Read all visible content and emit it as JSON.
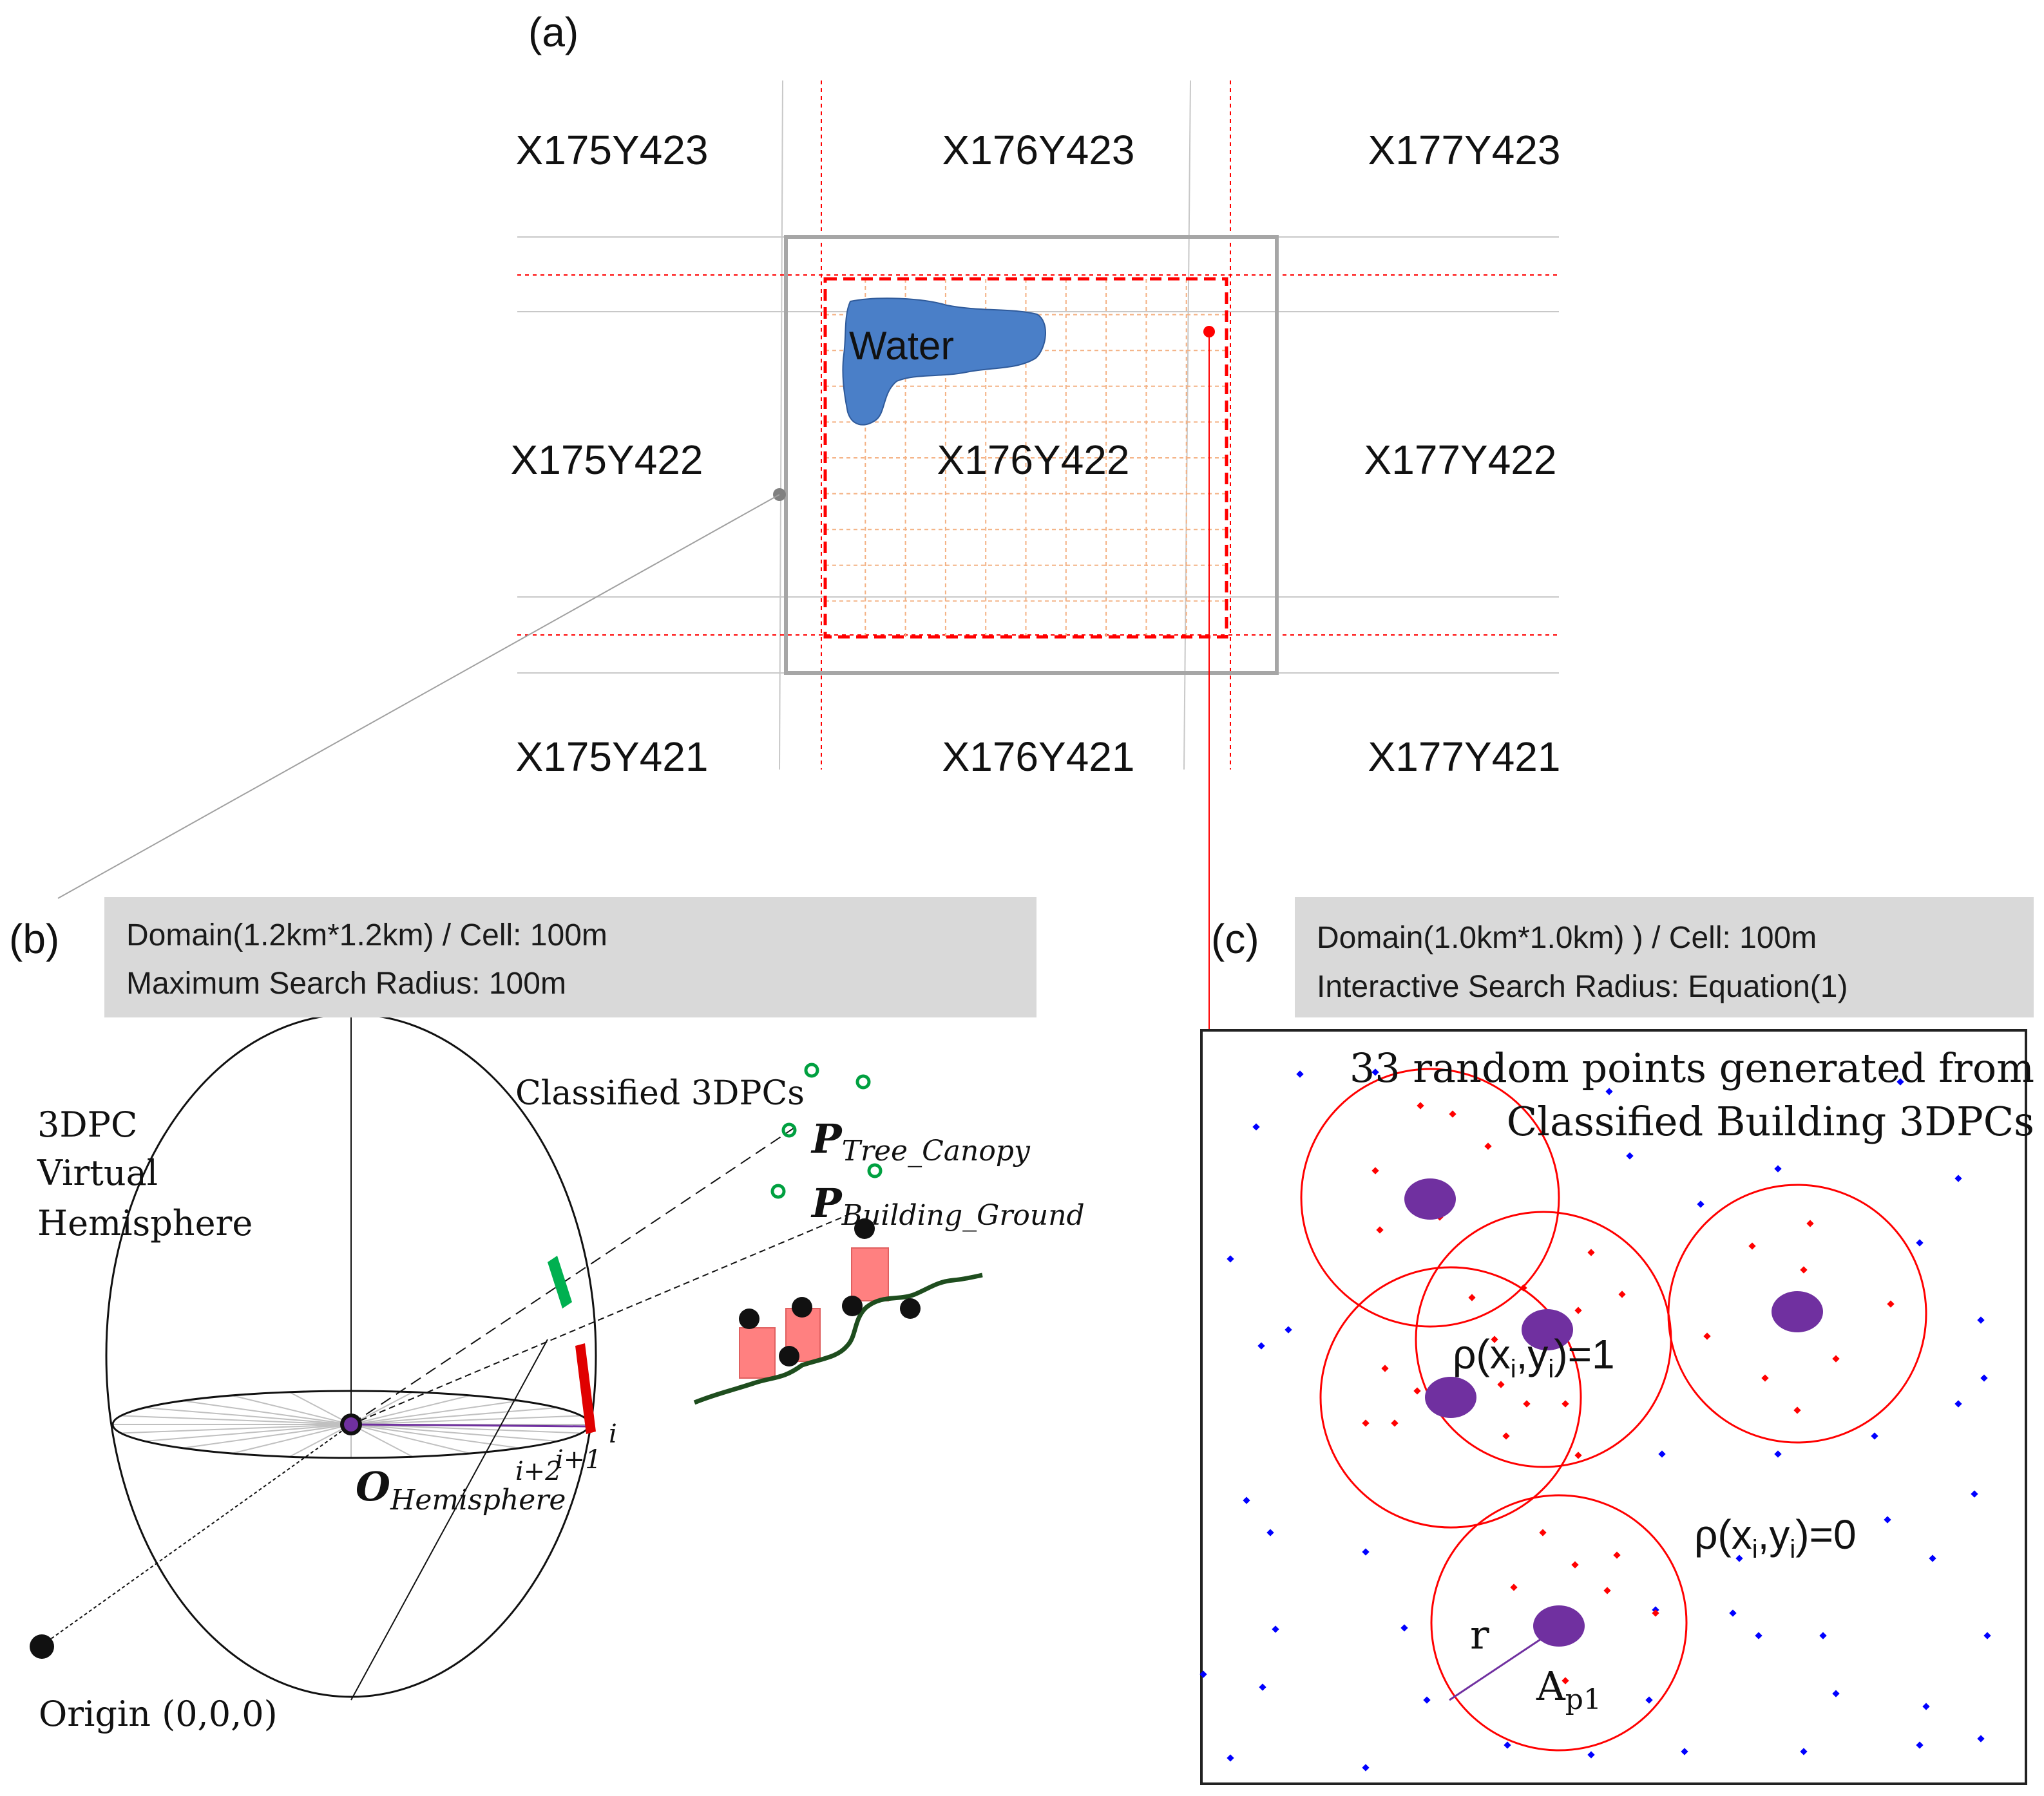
{
  "panel_a": {
    "label": "(a)",
    "tiles": [
      "X175Y423",
      "X176Y423",
      "X177Y423",
      "X175Y422",
      "X176Y422",
      "X177Y422",
      "X175Y421",
      "X176Y421",
      "X177Y421"
    ],
    "water_label": "Water",
    "colors": {
      "tile_lines": "#c8c8c8",
      "domain_frame": "#a6a6a6",
      "red_dashed": "#ff0000",
      "fine_grid": "#f4b183",
      "water": "#4a7fc8"
    }
  },
  "panel_b": {
    "label": "(b)",
    "info_line1": "Domain(1.2km*1.2km) / Cell: 100m",
    "info_line2": "Maximum Search Radius: 100m",
    "hemisphere_label": [
      "3DPC",
      "Virtual",
      "Hemisphere"
    ],
    "classified_label": "Classified 3DPCs",
    "p_tree": {
      "main": "P",
      "sub": "Tree_Canopy"
    },
    "p_building": {
      "main": "P",
      "sub": "Building_Ground"
    },
    "o_label": {
      "main": "O",
      "sub": "Hemisphere"
    },
    "index_labels": [
      "i",
      "i+1",
      "i+2"
    ],
    "origin_label": "Origin (0,0,0)",
    "colors": {
      "tree_marker": "#00b050",
      "tree_points": "#00a040",
      "building_marker": "#e00000",
      "building_boxes": "#ff8080",
      "ground_line": "#1e4d1e",
      "center": "#7030a0"
    }
  },
  "panel_c": {
    "label": "(c)",
    "info_line1": "Domain(1.0km*1.0km) ) / Cell: 100m",
    "info_line2": "Interactive Search Radius: Equation(1)",
    "caption_line1": "33 random points generated from",
    "caption_line2": "Classified Building 3DPCs",
    "rho_one": {
      "pre": "ρ(x",
      "i1": "i",
      "mid": ",y",
      "i2": "i",
      "post": ")=1"
    },
    "rho_zero": {
      "pre": "ρ(x",
      "i1": "i",
      "mid": ",y",
      "i2": "i",
      "post": ")=0"
    },
    "radius_label": "r",
    "area_label": {
      "main": "A",
      "sub": "p1"
    },
    "colors": {
      "circles": "#ff0000",
      "centers": "#7030a0",
      "blue_points": "#0000ff",
      "red_points": "#ff0000"
    }
  }
}
